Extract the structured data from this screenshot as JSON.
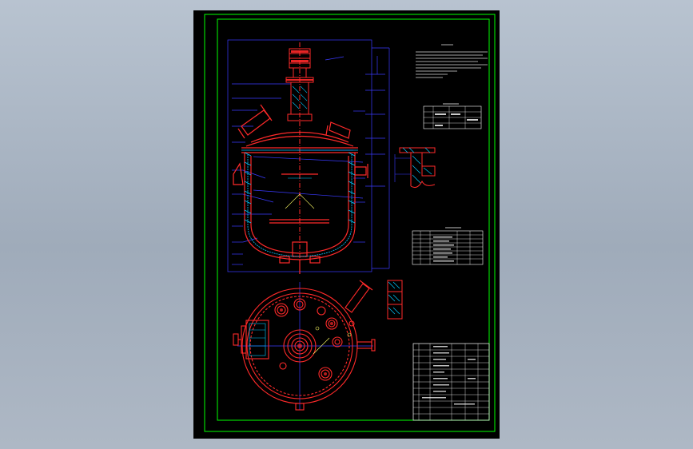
{
  "drawing": {
    "background": "#000000",
    "frame_color": "#00ff00",
    "vessel_color": "#ff2a2a",
    "dimension_color": "#3a3aff",
    "hatch_color": "#00c8ff",
    "text_color": "#ffffff",
    "accent_color": "#ffff00"
  },
  "elements": {
    "sheet": "drawing-sheet",
    "main_view": "vessel-elevation-view",
    "plan_view": "nozzle-plan-view",
    "title_block": "title-block"
  }
}
